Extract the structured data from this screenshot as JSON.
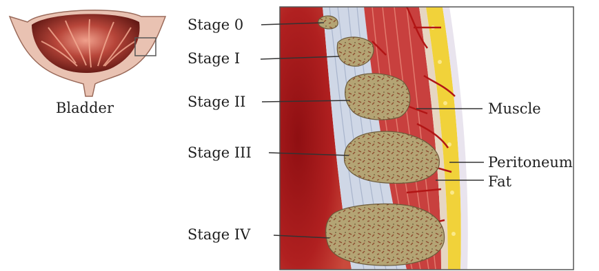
{
  "bladder_label": "Bladder",
  "stages": [
    {
      "label": "Stage 0"
    },
    {
      "label": "Stage I"
    },
    {
      "label": "Stage II"
    },
    {
      "label": "Stage III"
    },
    {
      "label": "Stage IV"
    }
  ],
  "layers": [
    {
      "label": "Muscle"
    },
    {
      "label": "Peritoneum"
    },
    {
      "label": "Fat"
    }
  ],
  "colors": {
    "lumen": "#b3201f",
    "lining": "#cfd7e6",
    "muscle": "#c8403e",
    "fat": "#f1d23a",
    "tumor": "#b6a676",
    "vessel": "#b21515",
    "leader": "#333333"
  }
}
